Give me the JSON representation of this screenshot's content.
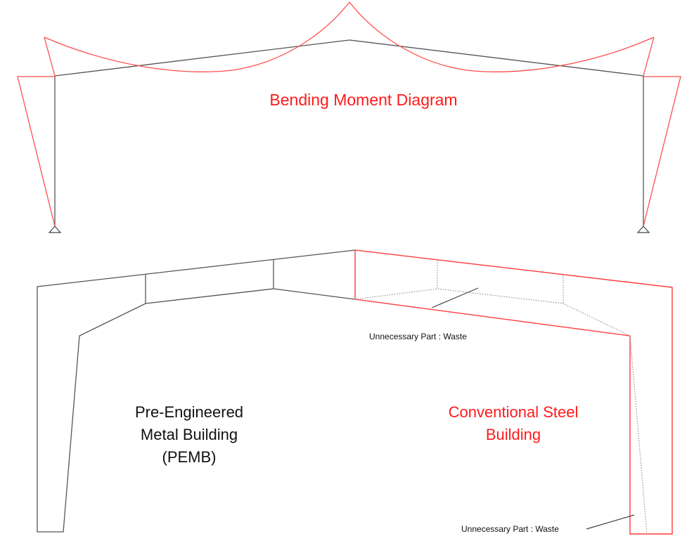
{
  "colors": {
    "frame": "#555555",
    "bending_moment": "#ff4d4d",
    "conventional": "#ff3b3b",
    "waste_dotted": "#9a9a9a",
    "red_text": "#ff1a1a",
    "black_text": "#111111"
  },
  "top_diagram": {
    "title": "Bending Moment Diagram"
  },
  "bottom_diagram": {
    "pemb_label": {
      "lines": [
        "Pre-Engineered",
        "Metal Building",
        "(PEMB)"
      ]
    },
    "conventional_label": {
      "lines": [
        "Conventional Steel",
        "Building"
      ]
    },
    "waste_annotations": [
      {
        "text": "Unnecessary Part : Waste",
        "target": "rafter"
      },
      {
        "text": "Unnecessary Part : Waste",
        "target": "column"
      }
    ]
  }
}
